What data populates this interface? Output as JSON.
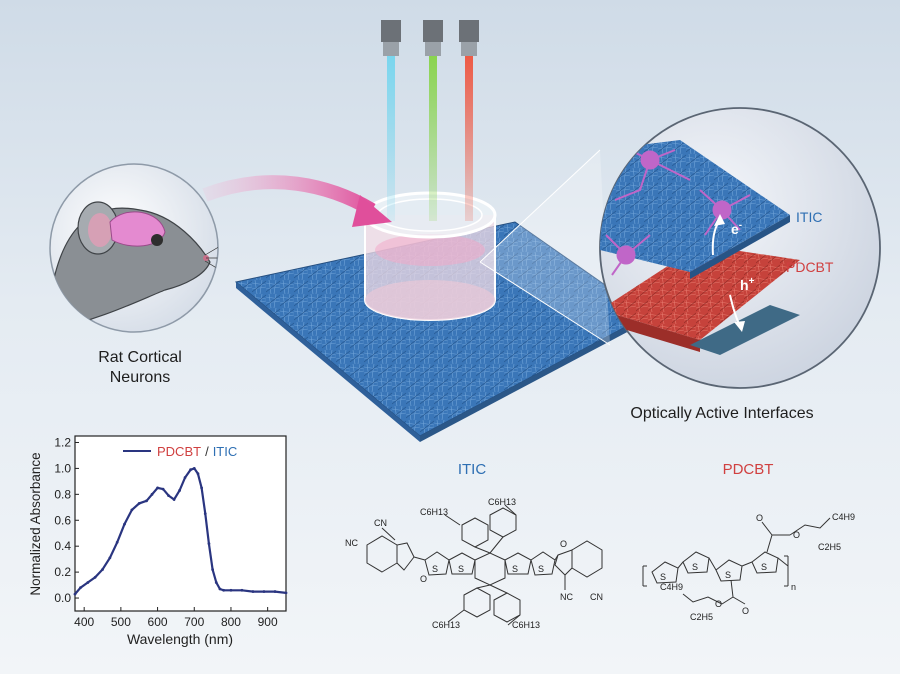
{
  "labels": {
    "rat": [
      "Rat Cortical",
      "Neurons"
    ],
    "interfaces": "Optically Active Interfaces",
    "layer_top": "ITIC",
    "layer_bottom": "PDCBT",
    "electron": "e",
    "electron_sup": "-",
    "hole": "h",
    "hole_sup": "+",
    "struct_itic_title": "ITIC",
    "struct_pdcbt_title": "PDCBT"
  },
  "chem": {
    "itic_atoms": [
      "C6H13",
      "C6H13",
      "C6H13",
      "C6H13",
      "NC",
      "CN",
      "NC",
      "CN",
      "O",
      "O",
      "S",
      "S",
      "S",
      "S"
    ],
    "pdcbt_atoms": [
      "S",
      "S",
      "S",
      "S",
      "O",
      "O",
      "O",
      "O",
      "C4H9",
      "C2H5",
      "C4H9",
      "C2H5",
      "n"
    ]
  },
  "lasers": [
    {
      "name": "blue-laser",
      "color": "#55c6e0"
    },
    {
      "name": "green-laser",
      "color": "#7dcc48"
    },
    {
      "name": "red-laser",
      "color": "#e04a3a"
    }
  ],
  "colors": {
    "itic": "#2e6fb3",
    "pdcbt": "#d04040",
    "neuron": "#c066c8",
    "trace": "#2a3580"
  },
  "chart_data": {
    "type": "line",
    "title": "",
    "xlabel": "Wavelength (nm)",
    "ylabel": "Normalized Absorbance",
    "xlim": [
      375,
      950
    ],
    "ylim": [
      -0.1,
      1.25
    ],
    "xticks": [
      400,
      500,
      600,
      700,
      800,
      900
    ],
    "yticks": [
      0.0,
      0.2,
      0.4,
      0.6,
      0.8,
      1.0,
      1.2
    ],
    "legend": {
      "placement": "top",
      "entries": [
        "PDCBT",
        "/",
        "ITIC"
      ]
    },
    "series": [
      {
        "name": "PDCBT / ITIC",
        "x": [
          375,
          390,
          410,
          430,
          450,
          470,
          490,
          510,
          530,
          550,
          570,
          585,
          600,
          615,
          630,
          645,
          660,
          675,
          690,
          700,
          710,
          720,
          730,
          740,
          750,
          760,
          770,
          780,
          800,
          830,
          860,
          890,
          920,
          950
        ],
        "y": [
          0.03,
          0.08,
          0.12,
          0.16,
          0.22,
          0.31,
          0.43,
          0.57,
          0.68,
          0.73,
          0.75,
          0.8,
          0.85,
          0.84,
          0.79,
          0.76,
          0.83,
          0.93,
          0.99,
          1.0,
          0.96,
          0.85,
          0.65,
          0.42,
          0.22,
          0.12,
          0.07,
          0.06,
          0.06,
          0.06,
          0.05,
          0.05,
          0.05,
          0.04
        ]
      }
    ]
  }
}
